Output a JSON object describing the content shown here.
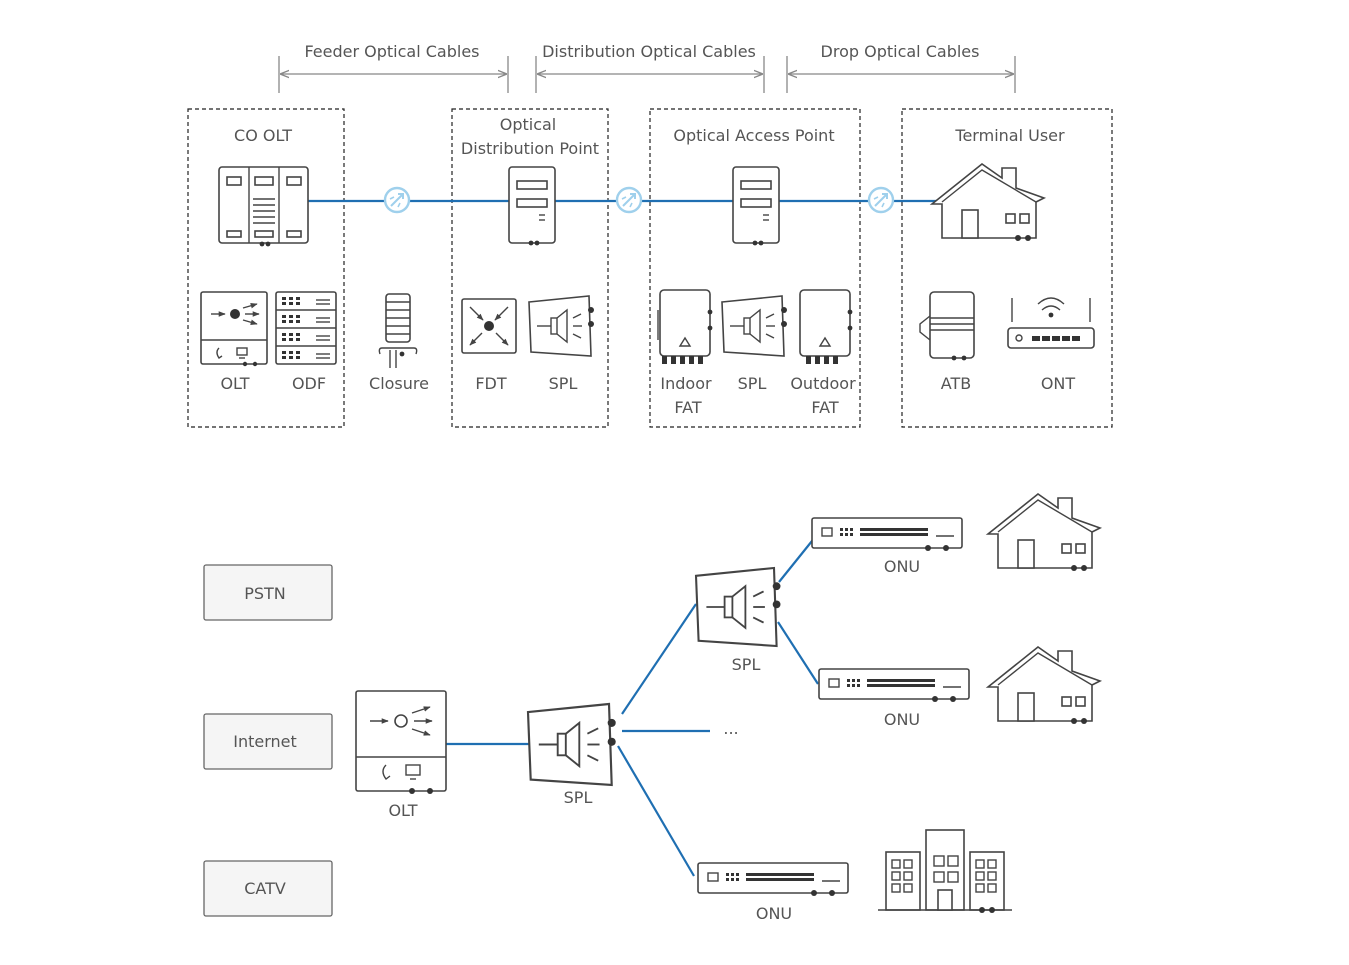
{
  "cable_segments": {
    "feeder": "Feeder Optical Cables",
    "distribution": "Distribution Optical Cables",
    "drop": "Drop Optical Cables"
  },
  "groups": {
    "co_olt": "CO OLT",
    "odp_line1": "Optical",
    "odp_line2": "Distribution Point",
    "oap": "Optical Access Point",
    "terminal_user": "Terminal User"
  },
  "device_labels": {
    "olt": "OLT",
    "odf": "ODF",
    "closure": "Closure",
    "fdt": "FDT",
    "spl_odp": "SPL",
    "indoor_fat_1": "Indoor",
    "indoor_fat_2": "FAT",
    "spl_oap": "SPL",
    "outdoor_fat_1": "Outdoor",
    "outdoor_fat_2": "FAT",
    "atb": "ATB",
    "ont": "ONT"
  },
  "network": {
    "sources": [
      "PSTN",
      "Internet",
      "CATV"
    ],
    "olt": "OLT",
    "spl_main": "SPL",
    "spl_secondary": "SPL",
    "onu_1": "ONU",
    "onu_2": "ONU",
    "onu_3": "ONU",
    "ellipsis": "..."
  },
  "colors": {
    "fiber": "#1f6fb2",
    "connector": "#9fd0ec"
  }
}
